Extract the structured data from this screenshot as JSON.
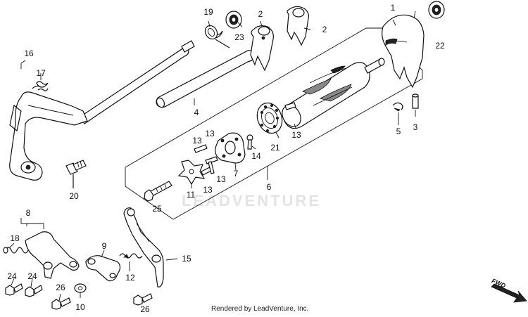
{
  "watermark": "LEADVENTURE",
  "credit": "Rendered by LeadVenture, Inc.",
  "direction_label": "FWD",
  "callouts": [
    {
      "id": "c1",
      "text": "1"
    },
    {
      "id": "c2a",
      "text": "2"
    },
    {
      "id": "c2b",
      "text": "2"
    },
    {
      "id": "c3",
      "text": "3"
    },
    {
      "id": "c4",
      "text": "4"
    },
    {
      "id": "c5",
      "text": "5"
    },
    {
      "id": "c6",
      "text": "6"
    },
    {
      "id": "c7",
      "text": "7"
    },
    {
      "id": "c8",
      "text": "8"
    },
    {
      "id": "c9",
      "text": "9"
    },
    {
      "id": "c10",
      "text": "10"
    },
    {
      "id": "c11",
      "text": "11"
    },
    {
      "id": "c12",
      "text": "12"
    },
    {
      "id": "c13a",
      "text": "13"
    },
    {
      "id": "c13b",
      "text": "13"
    },
    {
      "id": "c13c",
      "text": "13"
    },
    {
      "id": "c13d",
      "text": "13"
    },
    {
      "id": "c13e",
      "text": "13"
    },
    {
      "id": "c14",
      "text": "14"
    },
    {
      "id": "c15",
      "text": "15"
    },
    {
      "id": "c16",
      "text": "16"
    },
    {
      "id": "c17",
      "text": "17"
    },
    {
      "id": "c18",
      "text": "18"
    },
    {
      "id": "c19",
      "text": "19"
    },
    {
      "id": "c20",
      "text": "20"
    },
    {
      "id": "c21",
      "text": "21"
    },
    {
      "id": "c22",
      "text": "22"
    },
    {
      "id": "c23",
      "text": "23"
    },
    {
      "id": "c24a",
      "text": "24"
    },
    {
      "id": "c24b",
      "text": "24"
    },
    {
      "id": "c25",
      "text": "25"
    },
    {
      "id": "c26a",
      "text": "26"
    },
    {
      "id": "c26b",
      "text": "26"
    }
  ]
}
